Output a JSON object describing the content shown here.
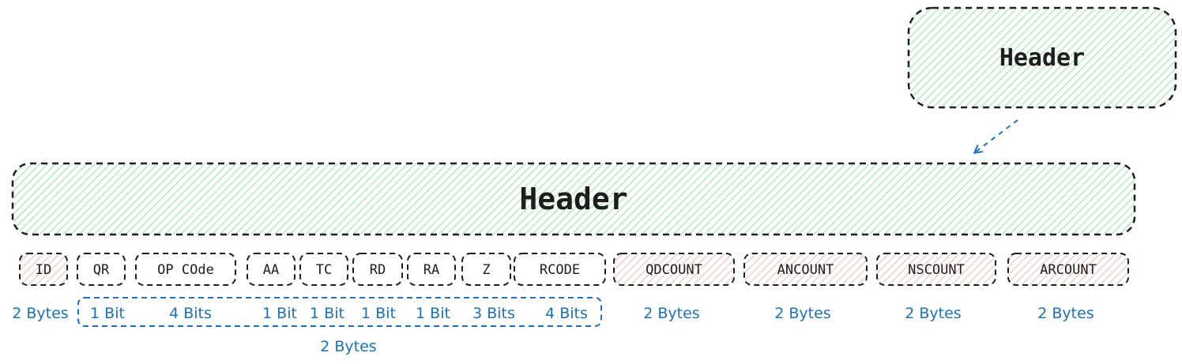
{
  "colors": {
    "stroke": "#1e1e1e",
    "green_hatch": "#8ce99a",
    "red_hatch": "#ffb3b3",
    "blue": "#1971c2"
  },
  "header_top": {
    "label": "Header",
    "fill": "green-hatch"
  },
  "header_main": {
    "label": "Header",
    "fill": "green-hatch"
  },
  "fields": [
    {
      "label": "ID",
      "fill": "red-hatch"
    },
    {
      "label": "QR",
      "fill": "none"
    },
    {
      "label": "OP COde",
      "fill": "none"
    },
    {
      "label": "AA",
      "fill": "none"
    },
    {
      "label": "TC",
      "fill": "none"
    },
    {
      "label": "RD",
      "fill": "none"
    },
    {
      "label": "RA",
      "fill": "none"
    },
    {
      "label": "Z",
      "fill": "none"
    },
    {
      "label": "RCODE",
      "fill": "none"
    },
    {
      "label": "QDCOUNT",
      "fill": "red-hatch"
    },
    {
      "label": "ANCOUNT",
      "fill": "red-hatch"
    },
    {
      "label": "NSCOUNT",
      "fill": "red-hatch"
    },
    {
      "label": "ARCOUNT",
      "fill": "red-hatch"
    }
  ],
  "sizes": [
    "2 Bytes",
    "1 Bit",
    "4 Bits",
    "1 Bit",
    "1 Bit",
    "1 Bit",
    "1 Bit",
    "3 Bits",
    "4 Bits",
    "2 Bytes",
    "2 Bytes",
    "2 Bytes",
    "2 Bytes"
  ],
  "flags_group_total": "2 Bytes"
}
